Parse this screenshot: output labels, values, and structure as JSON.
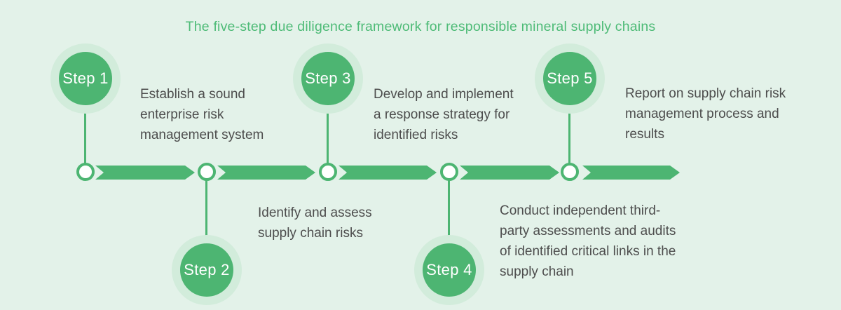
{
  "title": "The five-step due diligence framework for responsible mineral supply chains",
  "colors": {
    "background": "#e3f2e9",
    "accent_green": "#4db572",
    "halo_green": "#d2ecdb",
    "title_green": "#4ebb77",
    "body_text": "#4d4d4d",
    "node_fill": "#ffffff",
    "step_label_text": "#ffffff"
  },
  "timeline": {
    "direction": "left-to-right",
    "arrow_count": 5,
    "node_count": 5
  },
  "steps": [
    {
      "label": "Step 1",
      "placement": "above",
      "lines": [
        "Establish a sound",
        "enterprise risk",
        "management system"
      ]
    },
    {
      "label": "Step 2",
      "placement": "below",
      "lines": [
        "Identify and assess",
        "supply chain risks"
      ]
    },
    {
      "label": "Step 3",
      "placement": "above",
      "lines": [
        "Develop and implement",
        "a response strategy for",
        "identified risks"
      ]
    },
    {
      "label": "Step 4",
      "placement": "below",
      "lines": [
        "Conduct independent third-",
        "party assessments and audits",
        "of identified critical links in the",
        "supply chain"
      ]
    },
    {
      "label": "Step 5",
      "placement": "above",
      "lines": [
        "Report on supply chain risk",
        "management process and",
        "results"
      ]
    }
  ]
}
